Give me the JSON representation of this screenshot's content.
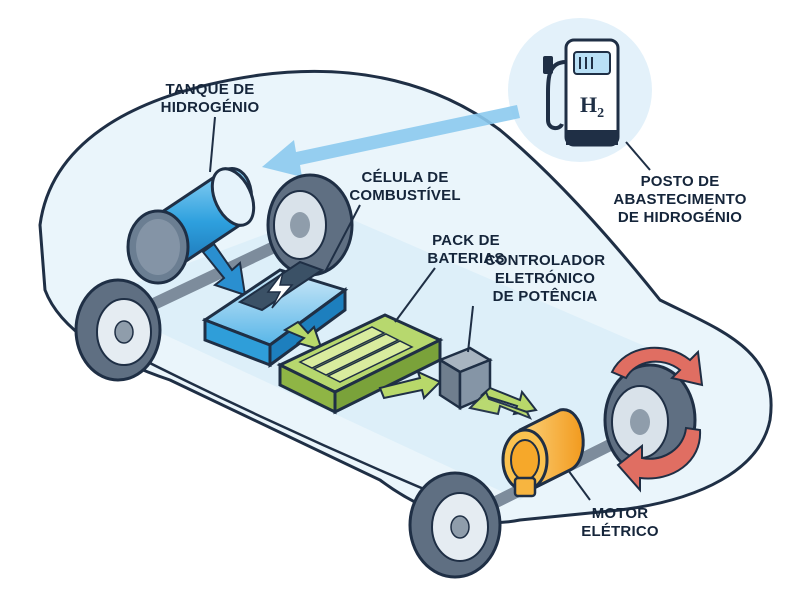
{
  "labels": {
    "tank": [
      "TANQUE DE",
      "HIDROGÉNIO"
    ],
    "fuel_cell": [
      "CÉLULA DE",
      "COMBUSTÍVEL"
    ],
    "battery": [
      "PACK DE",
      "BATERIAS"
    ],
    "controller": [
      "CONTROLADOR",
      "ELETRÓNICO",
      "DE POTÊNCIA"
    ],
    "motor": [
      "MOTOR",
      "ELÉTRICO"
    ],
    "station": [
      "POSTO DE",
      "ABASTECIMENTO",
      "DE HIDROGÉNIO"
    ]
  },
  "pump_sign": "H2",
  "colors": {
    "outline": "#1f2f45",
    "car_fill": "#eaf5fb",
    "hydrogen_blue": "#2fa3de",
    "arrow_blue": "#7ec3ea",
    "battery_green": "#a9cf5c",
    "motor_orange": "#f7b540",
    "rotation_red": "#e06e62",
    "tire": "#5f6f82"
  }
}
